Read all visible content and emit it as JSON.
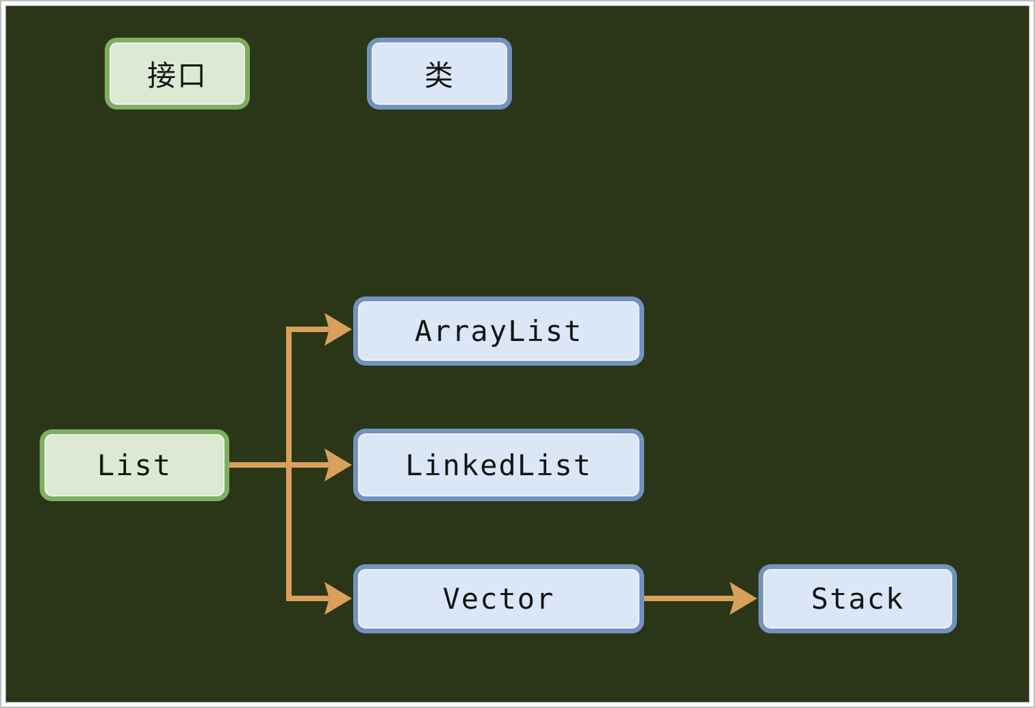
{
  "diagram": {
    "kind": "java-list-collection-hierarchy",
    "legend": {
      "interface_label": "接口",
      "class_label": "类"
    },
    "nodes": {
      "list": {
        "label": "List",
        "type": "interface"
      },
      "arraylist": {
        "label": "ArrayList",
        "type": "class"
      },
      "linkedlist": {
        "label": "LinkedList",
        "type": "class"
      },
      "vector": {
        "label": "Vector",
        "type": "class"
      },
      "stack": {
        "label": "Stack",
        "type": "class"
      }
    },
    "edges": [
      {
        "from": "List",
        "to": "ArrayList"
      },
      {
        "from": "List",
        "to": "LinkedList"
      },
      {
        "from": "List",
        "to": "Vector"
      },
      {
        "from": "Vector",
        "to": "Stack"
      }
    ],
    "colors": {
      "background": "#2a3617",
      "arrow": "#d9a05c",
      "interface_fill": "#dcead3",
      "interface_border": "#7fae62",
      "class_fill": "#dbe6f7",
      "class_border": "#7292c0",
      "text": "#141414",
      "frame_outer": "#bdbdbd",
      "frame_inner": "#9a9a9a",
      "frame_band": "#ffffff"
    }
  }
}
